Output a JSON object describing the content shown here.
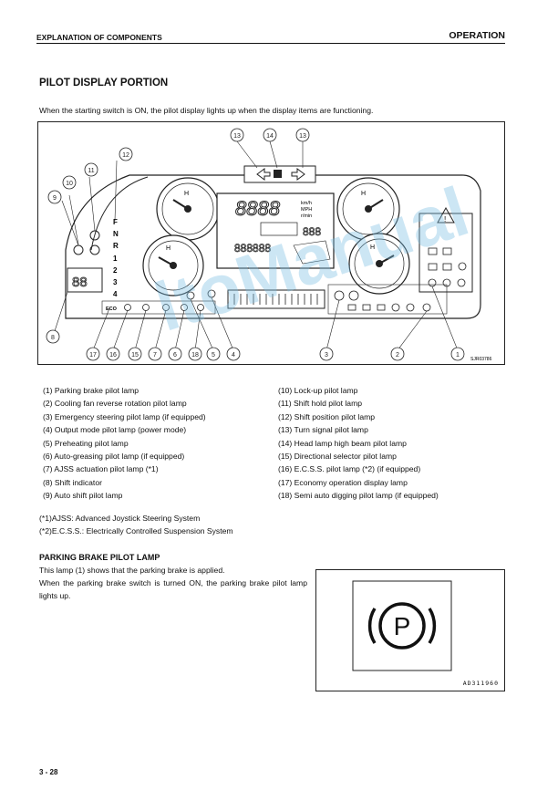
{
  "header": {
    "left": "EXPLANATION OF COMPONENTS",
    "right": "OPERATION"
  },
  "section_title": "PILOT DISPLAY PORTION",
  "intro": "When the starting switch is ON, the pilot display lights up when the display items are functioning.",
  "figure": {
    "code": "SJR03786",
    "gear_labels": [
      "F",
      "N",
      "R",
      "1",
      "2",
      "3",
      "4"
    ],
    "speed_units": [
      "km/h",
      "MPH",
      "r/min"
    ],
    "eco_label": "ECO",
    "callouts": [
      "1",
      "2",
      "3",
      "4",
      "5",
      "6",
      "7",
      "8",
      "9",
      "10",
      "11",
      "12",
      "13",
      "14",
      "15",
      "16",
      "17",
      "18"
    ]
  },
  "legend_left": [
    "(1)  Parking brake pilot lamp",
    "(2)  Cooling fan reverse rotation pilot lamp",
    "(3)  Emergency steering pilot lamp (if equipped)",
    "(4)  Output mode pilot lamp (power mode)",
    "(5)  Preheating pilot lamp",
    "(6)  Auto-greasing pilot lamp (if equipped)",
    "(7)  AJSS actuation pilot lamp (*1)",
    "(8)  Shift indicator",
    "(9)  Auto shift pilot lamp"
  ],
  "legend_right": [
    "(10) Lock-up pilot lamp",
    "(11) Shift hold pilot lamp",
    "(12) Shift position pilot lamp",
    "(13) Turn signal pilot lamp",
    "(14) Head lamp high beam pilot lamp",
    "(15) Directional selector pilot lamp",
    "(16) E.C.S.S. pilot lamp (*2) (if equipped)",
    "(17) Economy operation display lamp",
    "(18) Semi auto digging pilot lamp (if equipped)"
  ],
  "notes": [
    "(*1)AJSS: Advanced Joystick Steering System",
    "(*2)E.C.S.S.: Electrically Controlled Suspension System"
  ],
  "subsection_title": "PARKING BRAKE PILOT LAMP",
  "paragraph_1": "This lamp (1) shows that the parking brake is applied.",
  "paragraph_2": "When the parking brake switch is turned ON, the parking brake pilot lamp lights up.",
  "parking_figure": {
    "code": "AD311960"
  },
  "watermark": "ltoManual",
  "page_number": "3 - 28"
}
